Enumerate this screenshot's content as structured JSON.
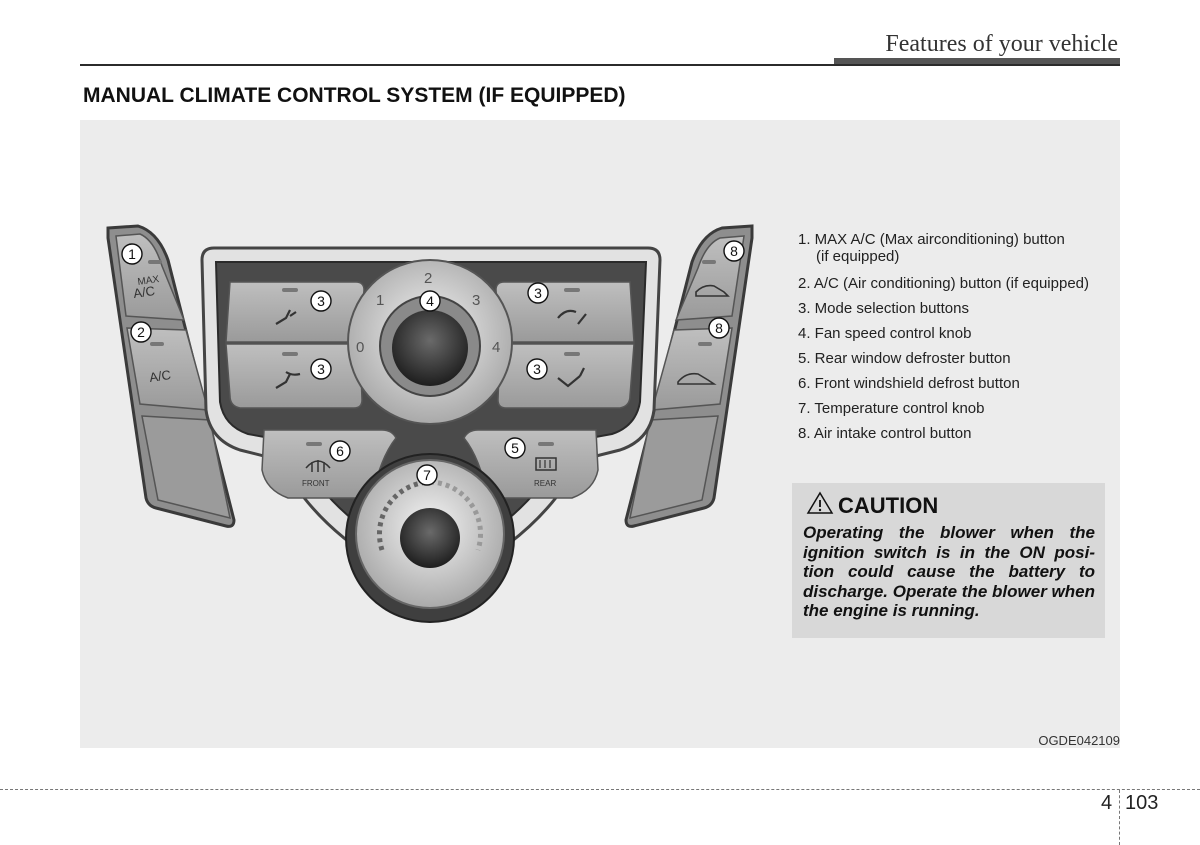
{
  "header": {
    "title": "Features of your vehicle"
  },
  "section": {
    "title": "MANUAL CLIMATE CONTROL SYSTEM (IF EQUIPPED)"
  },
  "figure": {
    "code": "OGDE042109",
    "panel": {
      "callouts": [
        "1",
        "2",
        "3",
        "3",
        "3",
        "3",
        "4",
        "5",
        "6",
        "7",
        "8",
        "8"
      ],
      "button_labels": {
        "max_ac_line1": "MAX",
        "max_ac_line2": "A/C",
        "ac": "A/C",
        "front": "FRONT",
        "rear": "REAR"
      },
      "fan_scale": [
        "0",
        "1",
        "2",
        "3",
        "4"
      ]
    },
    "legend": [
      {
        "text": "1. MAX A/C (Max airconditioning) button",
        "sub": "(if equipped)"
      },
      {
        "text": "2. A/C (Air conditioning) button (if equipped)"
      },
      {
        "text": "3. Mode selection buttons"
      },
      {
        "text": "4. Fan speed control knob"
      },
      {
        "text": "5. Rear window defroster button"
      },
      {
        "text": "6. Front windshield defrost button"
      },
      {
        "text": "7. Temperature control knob"
      },
      {
        "text": "8. Air intake control button"
      }
    ],
    "caution": {
      "title": "CAUTION",
      "body": "Operating the blower when the ignition switch is in the ON posi-tion could cause the battery to discharge. Operate the blower when the engine is running."
    }
  },
  "footer": {
    "chapter": "4",
    "page": "103"
  }
}
